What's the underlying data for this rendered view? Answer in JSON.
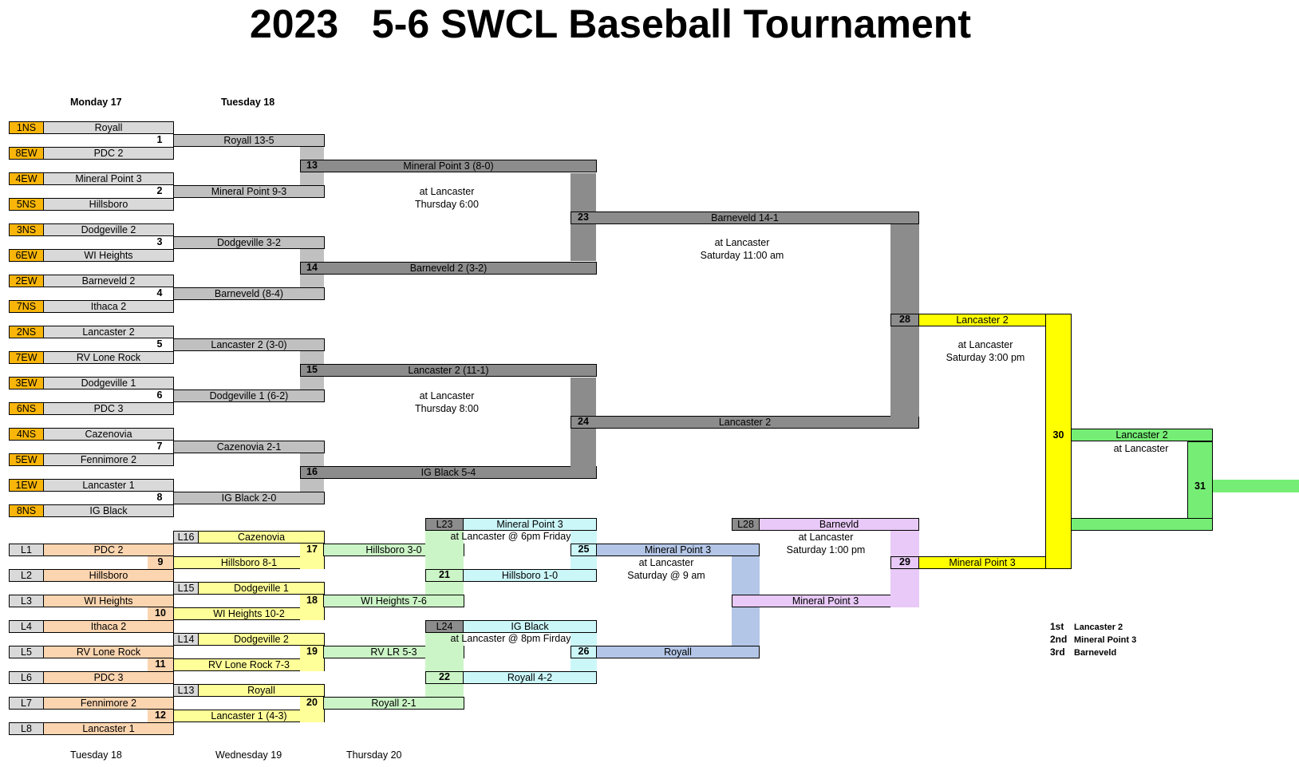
{
  "title": "2023   5-6 SWCL Baseball Tournament",
  "day_labels": {
    "monday": "Monday 17",
    "tuesday": "Tuesday 18",
    "bottom_tuesday": "Tuesday 18",
    "wednesday": "Wednesday 19",
    "thursday": "Thursday 20"
  },
  "seeds": [
    "1NS",
    "8EW",
    "4EW",
    "5NS",
    "3NS",
    "6EW",
    "2EW",
    "7NS",
    "2NS",
    "7EW",
    "3EW",
    "6NS",
    "4NS",
    "5EW",
    "1EW",
    "8NS"
  ],
  "teams": [
    "Royall",
    "PDC 2",
    "Mineral Point 3",
    "Hillsboro",
    "Dodgeville 2",
    "WI Heights",
    "Barneveld 2",
    "Ithaca 2",
    "Lancaster 2",
    "RV Lone Rock",
    "Dodgeville 1",
    "PDC 3",
    "Cazenovia",
    "Fennimore 2",
    "Lancaster 1",
    "IG Black"
  ],
  "round1": [
    {
      "num": "1",
      "result": "Royall 13-5"
    },
    {
      "num": "2",
      "result": "Mineral Point 9-3"
    },
    {
      "num": "3",
      "result": "Dodgeville 3-2"
    },
    {
      "num": "4",
      "result": "Barneveld (8-4)"
    },
    {
      "num": "5",
      "result": "Lancaster 2 (3-0)"
    },
    {
      "num": "6",
      "result": "Dodgeville 1 (6-2)"
    },
    {
      "num": "7",
      "result": "Cazenovia 2-1"
    },
    {
      "num": "8",
      "result": "IG Black 2-0"
    }
  ],
  "round2": [
    {
      "num": "13",
      "result": "Mineral Point 3 (8-0)"
    },
    {
      "num": "14",
      "result": "Barneveld 2 (3-2)"
    },
    {
      "num": "15",
      "result": "Lancaster 2 (11-1)"
    },
    {
      "num": "16",
      "result": "IG Black 5-4"
    }
  ],
  "round2_notes": {
    "top": "at Lancaster\nThursday 6:00",
    "bottom": "at Lancaster\nThursday 8:00"
  },
  "round3": [
    {
      "num": "23",
      "result": "Barneveld 14-1"
    },
    {
      "num": "24",
      "result": "Lancaster 2"
    }
  ],
  "round3_note": "at Lancaster\nSaturday 11:00 am",
  "game28": {
    "num": "28",
    "result": "Lancaster 2",
    "note": "at Lancaster\nSaturday 3:00 pm"
  },
  "game30": {
    "num": "30",
    "result": "Lancaster 2",
    "note": "at Lancaster"
  },
  "game31": {
    "num": "31"
  },
  "losers_seeds": [
    "L1",
    "L2",
    "L3",
    "L4",
    "L5",
    "L6",
    "L7",
    "L8"
  ],
  "losers_teams": [
    "PDC 2",
    "Hillsboro",
    "WI Heights",
    "Ithaca 2",
    "RV Lone Rock",
    "PDC 3",
    "Fennimore 2",
    "Lancaster 1"
  ],
  "losers_r1": [
    {
      "num": "9",
      "result": "Hillsboro 8-1"
    },
    {
      "num": "10",
      "result": "WI Heights 10-2"
    },
    {
      "num": "11",
      "result": "RV Lone Rock 7-3"
    },
    {
      "num": "12",
      "result": "Lancaster 1 (4-3)"
    }
  ],
  "losers_drop": [
    {
      "seed": "L16",
      "team": "Cazenovia"
    },
    {
      "seed": "L15",
      "team": "Dodgeville 1"
    },
    {
      "seed": "L14",
      "team": "Dodgeville 2"
    },
    {
      "seed": "L13",
      "team": "Royall"
    }
  ],
  "losers_r2": [
    {
      "num": "17",
      "result": "Hillsboro 3-0"
    },
    {
      "num": "18",
      "result": "WI Heights 7-6"
    },
    {
      "num": "19",
      "result": "RV LR 5-3"
    },
    {
      "num": "20",
      "result": "Royall 2-1"
    }
  ],
  "losers_r3_drop": [
    {
      "seed": "L23",
      "team": "Mineral Point 3",
      "note": "at Lancaster @ 6pm Friday"
    },
    {
      "seed": "L24",
      "team": "IG Black",
      "note": "at Lancaster @ 8pm Firday"
    }
  ],
  "losers_r3": [
    {
      "num": "21",
      "result": "Hillsboro 1-0"
    },
    {
      "num": "22",
      "result": "Royall 4-2"
    }
  ],
  "losers_r4": [
    {
      "num": "25",
      "result": "Mineral Point 3"
    },
    {
      "num": "26",
      "result": "Royall"
    }
  ],
  "losers_r4_note": "at Lancaster\nSaturday @ 9 am",
  "losers_r5": {
    "seed": "L28",
    "team": "Barnevld",
    "note": "at Lancaster\nSaturday 1:00 pm",
    "bottom": "Mineral Point 3"
  },
  "game29": {
    "num": "29",
    "result": "Mineral Point 3"
  },
  "placings": [
    {
      "place": "1st",
      "team": "Lancaster 2"
    },
    {
      "place": "2nd",
      "team": "Mineral Point 3"
    },
    {
      "place": "3rd",
      "team": "Barneveld"
    }
  ]
}
